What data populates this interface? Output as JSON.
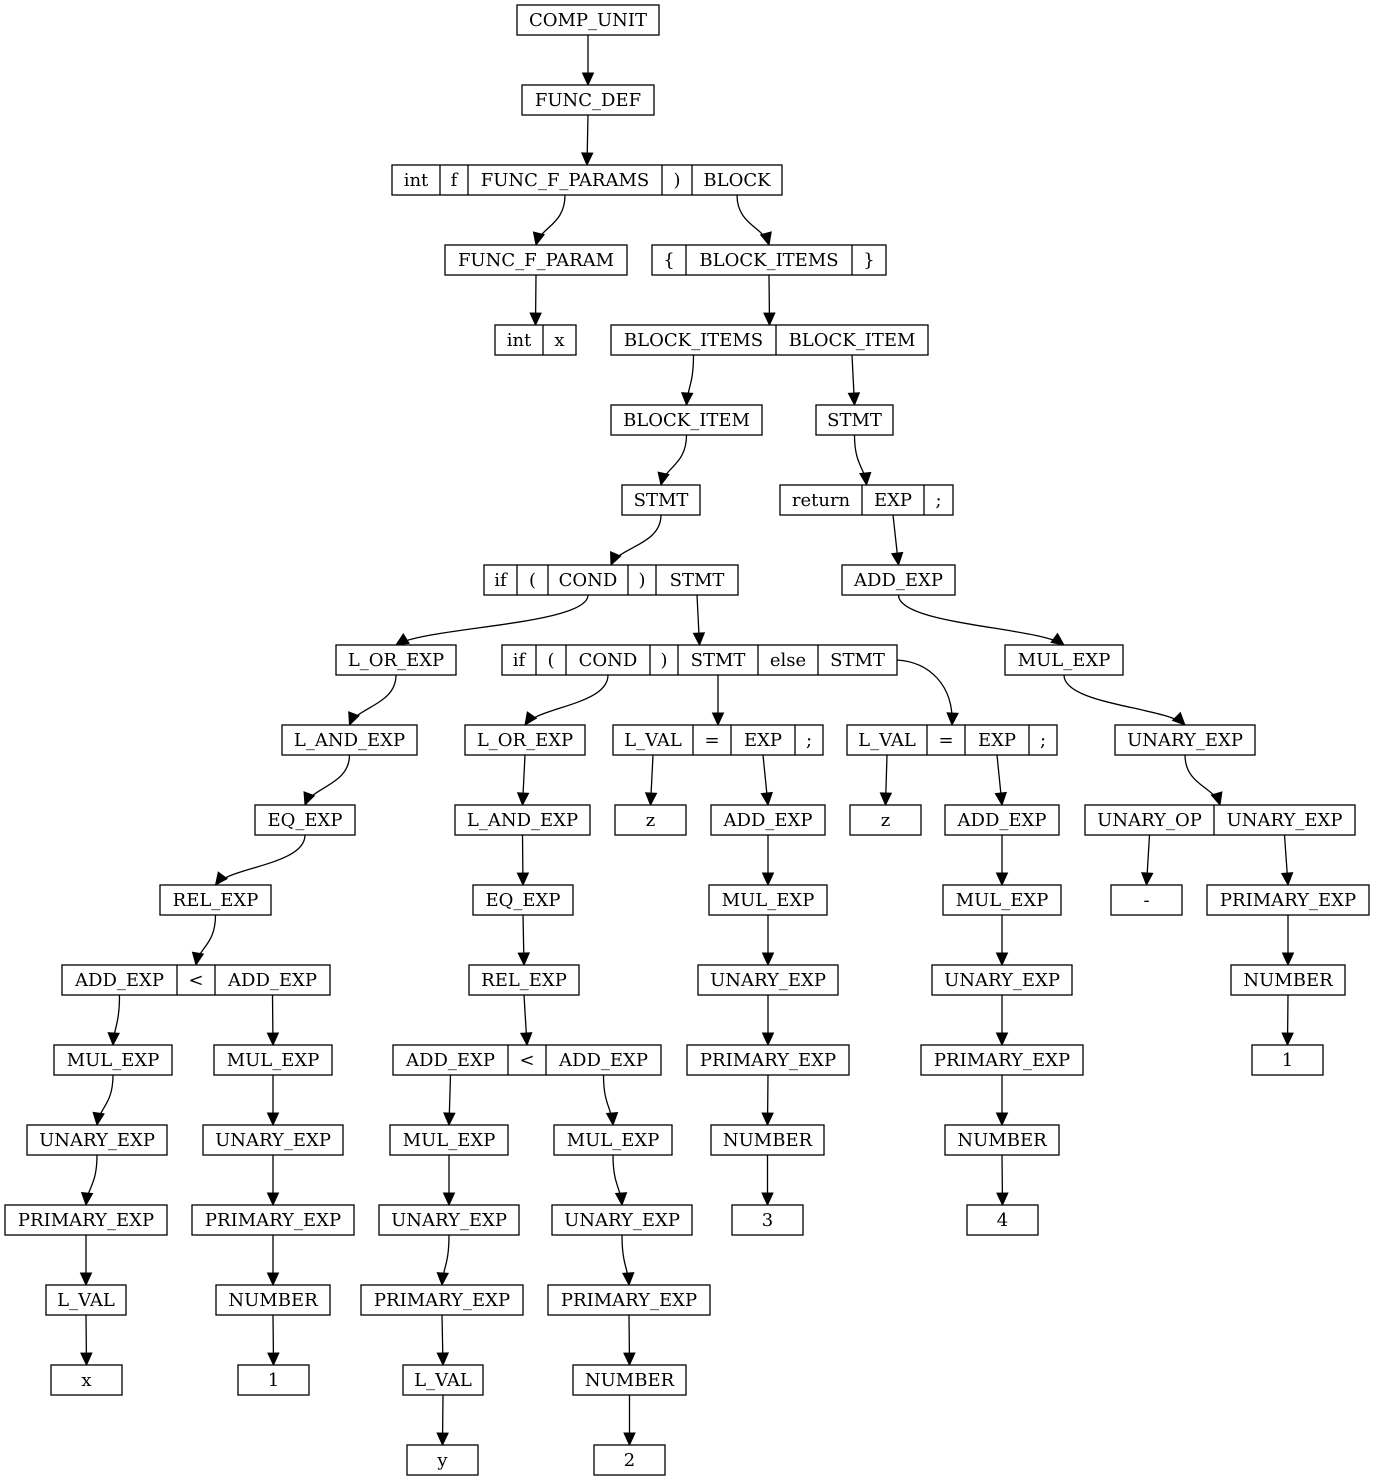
{
  "nodes": [
    {
      "id": "n1",
      "cells": [
        "COMP_UNIT"
      ]
    },
    {
      "id": "n2",
      "cells": [
        "FUNC_DEF"
      ]
    },
    {
      "id": "n3",
      "cells": [
        "int",
        "f",
        "FUNC_F_PARAMS",
        ")",
        "BLOCK"
      ]
    },
    {
      "id": "n4",
      "cells": [
        "FUNC_F_PARAM"
      ]
    },
    {
      "id": "n5",
      "cells": [
        "int",
        "x"
      ]
    },
    {
      "id": "n6",
      "cells": [
        "{",
        "BLOCK_ITEMS",
        "}"
      ]
    },
    {
      "id": "n7",
      "cells": [
        "BLOCK_ITEMS",
        "BLOCK_ITEM"
      ]
    },
    {
      "id": "n8",
      "cells": [
        "BLOCK_ITEM"
      ]
    },
    {
      "id": "n9",
      "cells": [
        "STMT"
      ]
    },
    {
      "id": "n10",
      "cells": [
        "if",
        "(",
        "COND",
        ")",
        "STMT"
      ]
    },
    {
      "id": "n11",
      "cells": [
        "L_OR_EXP"
      ]
    },
    {
      "id": "n12",
      "cells": [
        "L_AND_EXP"
      ]
    },
    {
      "id": "n13",
      "cells": [
        "EQ_EXP"
      ]
    },
    {
      "id": "n14",
      "cells": [
        "REL_EXP"
      ]
    },
    {
      "id": "n15",
      "cells": [
        "ADD_EXP",
        "<",
        "ADD_EXP"
      ]
    },
    {
      "id": "n16",
      "cells": [
        "MUL_EXP"
      ]
    },
    {
      "id": "n17",
      "cells": [
        "UNARY_EXP"
      ]
    },
    {
      "id": "n18",
      "cells": [
        "PRIMARY_EXP"
      ]
    },
    {
      "id": "n19",
      "cells": [
        "L_VAL"
      ]
    },
    {
      "id": "n20",
      "cells": [
        "x"
      ]
    },
    {
      "id": "n21",
      "cells": [
        "MUL_EXP"
      ]
    },
    {
      "id": "n22",
      "cells": [
        "UNARY_EXP"
      ]
    },
    {
      "id": "n23",
      "cells": [
        "PRIMARY_EXP"
      ]
    },
    {
      "id": "n24",
      "cells": [
        "NUMBER"
      ]
    },
    {
      "id": "n25",
      "cells": [
        "1"
      ]
    },
    {
      "id": "n26",
      "cells": [
        "if",
        "(",
        "COND",
        ")",
        "STMT",
        "else",
        "STMT"
      ]
    },
    {
      "id": "n27",
      "cells": [
        "L_OR_EXP"
      ]
    },
    {
      "id": "n28",
      "cells": [
        "L_AND_EXP"
      ]
    },
    {
      "id": "n29",
      "cells": [
        "EQ_EXP"
      ]
    },
    {
      "id": "n30",
      "cells": [
        "REL_EXP"
      ]
    },
    {
      "id": "n31",
      "cells": [
        "ADD_EXP",
        "<",
        "ADD_EXP"
      ]
    },
    {
      "id": "n32",
      "cells": [
        "MUL_EXP"
      ]
    },
    {
      "id": "n33",
      "cells": [
        "UNARY_EXP"
      ]
    },
    {
      "id": "n34",
      "cells": [
        "PRIMARY_EXP"
      ]
    },
    {
      "id": "n35",
      "cells": [
        "L_VAL"
      ]
    },
    {
      "id": "n36",
      "cells": [
        "y"
      ]
    },
    {
      "id": "n37",
      "cells": [
        "MUL_EXP"
      ]
    },
    {
      "id": "n38",
      "cells": [
        "UNARY_EXP"
      ]
    },
    {
      "id": "n39",
      "cells": [
        "PRIMARY_EXP"
      ]
    },
    {
      "id": "n40",
      "cells": [
        "NUMBER"
      ]
    },
    {
      "id": "n41",
      "cells": [
        "2"
      ]
    },
    {
      "id": "n42",
      "cells": [
        "L_VAL",
        "=",
        "EXP",
        ";"
      ]
    },
    {
      "id": "n43",
      "cells": [
        "z"
      ]
    },
    {
      "id": "n44",
      "cells": [
        "ADD_EXP"
      ]
    },
    {
      "id": "n45",
      "cells": [
        "MUL_EXP"
      ]
    },
    {
      "id": "n46",
      "cells": [
        "UNARY_EXP"
      ]
    },
    {
      "id": "n47",
      "cells": [
        "PRIMARY_EXP"
      ]
    },
    {
      "id": "n48",
      "cells": [
        "NUMBER"
      ]
    },
    {
      "id": "n49",
      "cells": [
        "3"
      ]
    },
    {
      "id": "n50",
      "cells": [
        "L_VAL",
        "=",
        "EXP",
        ";"
      ]
    },
    {
      "id": "n51",
      "cells": [
        "z"
      ]
    },
    {
      "id": "n52",
      "cells": [
        "ADD_EXP"
      ]
    },
    {
      "id": "n53",
      "cells": [
        "MUL_EXP"
      ]
    },
    {
      "id": "n54",
      "cells": [
        "UNARY_EXP"
      ]
    },
    {
      "id": "n55",
      "cells": [
        "PRIMARY_EXP"
      ]
    },
    {
      "id": "n56",
      "cells": [
        "NUMBER"
      ]
    },
    {
      "id": "n57",
      "cells": [
        "4"
      ]
    },
    {
      "id": "n58",
      "cells": [
        "STMT"
      ]
    },
    {
      "id": "n59",
      "cells": [
        "return",
        "EXP",
        ";"
      ]
    },
    {
      "id": "n60",
      "cells": [
        "ADD_EXP"
      ]
    },
    {
      "id": "n61",
      "cells": [
        "MUL_EXP"
      ]
    },
    {
      "id": "n62",
      "cells": [
        "UNARY_EXP"
      ]
    },
    {
      "id": "n63",
      "cells": [
        "UNARY_OP",
        "UNARY_EXP"
      ]
    },
    {
      "id": "n64",
      "cells": [
        "-"
      ]
    },
    {
      "id": "n65",
      "cells": [
        "PRIMARY_EXP"
      ]
    },
    {
      "id": "n66",
      "cells": [
        "NUMBER"
      ]
    },
    {
      "id": "n67",
      "cells": [
        "1"
      ]
    }
  ],
  "edges": [
    {
      "from": "n1",
      "cell": 0,
      "to": "n2"
    },
    {
      "from": "n2",
      "cell": 0,
      "to": "n3"
    },
    {
      "from": "n3",
      "cell": 2,
      "to": "n4"
    },
    {
      "from": "n3",
      "cell": 4,
      "to": "n6"
    },
    {
      "from": "n4",
      "cell": 0,
      "to": "n5"
    },
    {
      "from": "n6",
      "cell": 1,
      "to": "n7"
    },
    {
      "from": "n7",
      "cell": 0,
      "to": "n8"
    },
    {
      "from": "n7",
      "cell": 1,
      "to": "n58"
    },
    {
      "from": "n8",
      "cell": 0,
      "to": "n9"
    },
    {
      "from": "n9",
      "cell": 0,
      "to": "n10"
    },
    {
      "from": "n10",
      "cell": 2,
      "to": "n11"
    },
    {
      "from": "n10",
      "cell": 4,
      "to": "n26"
    },
    {
      "from": "n11",
      "cell": 0,
      "to": "n12"
    },
    {
      "from": "n12",
      "cell": 0,
      "to": "n13"
    },
    {
      "from": "n13",
      "cell": 0,
      "to": "n14"
    },
    {
      "from": "n14",
      "cell": 0,
      "to": "n15"
    },
    {
      "from": "n15",
      "cell": 0,
      "to": "n16"
    },
    {
      "from": "n15",
      "cell": 2,
      "to": "n21"
    },
    {
      "from": "n16",
      "cell": 0,
      "to": "n17"
    },
    {
      "from": "n17",
      "cell": 0,
      "to": "n18"
    },
    {
      "from": "n18",
      "cell": 0,
      "to": "n19"
    },
    {
      "from": "n19",
      "cell": 0,
      "to": "n20"
    },
    {
      "from": "n21",
      "cell": 0,
      "to": "n22"
    },
    {
      "from": "n22",
      "cell": 0,
      "to": "n23"
    },
    {
      "from": "n23",
      "cell": 0,
      "to": "n24"
    },
    {
      "from": "n24",
      "cell": 0,
      "to": "n25"
    },
    {
      "from": "n26",
      "cell": 2,
      "to": "n27"
    },
    {
      "from": "n26",
      "cell": 4,
      "to": "n42"
    },
    {
      "from": "n26",
      "cell": 6,
      "to": "n50"
    },
    {
      "from": "n27",
      "cell": 0,
      "to": "n28"
    },
    {
      "from": "n28",
      "cell": 0,
      "to": "n29"
    },
    {
      "from": "n29",
      "cell": 0,
      "to": "n30"
    },
    {
      "from": "n30",
      "cell": 0,
      "to": "n31"
    },
    {
      "from": "n31",
      "cell": 0,
      "to": "n32"
    },
    {
      "from": "n31",
      "cell": 2,
      "to": "n37"
    },
    {
      "from": "n32",
      "cell": 0,
      "to": "n33"
    },
    {
      "from": "n33",
      "cell": 0,
      "to": "n34"
    },
    {
      "from": "n34",
      "cell": 0,
      "to": "n35"
    },
    {
      "from": "n35",
      "cell": 0,
      "to": "n36"
    },
    {
      "from": "n37",
      "cell": 0,
      "to": "n38"
    },
    {
      "from": "n38",
      "cell": 0,
      "to": "n39"
    },
    {
      "from": "n39",
      "cell": 0,
      "to": "n40"
    },
    {
      "from": "n40",
      "cell": 0,
      "to": "n41"
    },
    {
      "from": "n42",
      "cell": 0,
      "to": "n43"
    },
    {
      "from": "n42",
      "cell": 2,
      "to": "n44"
    },
    {
      "from": "n44",
      "cell": 0,
      "to": "n45"
    },
    {
      "from": "n45",
      "cell": 0,
      "to": "n46"
    },
    {
      "from": "n46",
      "cell": 0,
      "to": "n47"
    },
    {
      "from": "n47",
      "cell": 0,
      "to": "n48"
    },
    {
      "from": "n48",
      "cell": 0,
      "to": "n49"
    },
    {
      "from": "n50",
      "cell": 0,
      "to": "n51"
    },
    {
      "from": "n50",
      "cell": 2,
      "to": "n52"
    },
    {
      "from": "n52",
      "cell": 0,
      "to": "n53"
    },
    {
      "from": "n53",
      "cell": 0,
      "to": "n54"
    },
    {
      "from": "n54",
      "cell": 0,
      "to": "n55"
    },
    {
      "from": "n55",
      "cell": 0,
      "to": "n56"
    },
    {
      "from": "n56",
      "cell": 0,
      "to": "n57"
    },
    {
      "from": "n58",
      "cell": 0,
      "to": "n59"
    },
    {
      "from": "n59",
      "cell": 1,
      "to": "n60"
    },
    {
      "from": "n60",
      "cell": 0,
      "to": "n61"
    },
    {
      "from": "n61",
      "cell": 0,
      "to": "n62"
    },
    {
      "from": "n62",
      "cell": 0,
      "to": "n63"
    },
    {
      "from": "n63",
      "cell": 0,
      "to": "n64"
    },
    {
      "from": "n63",
      "cell": 1,
      "to": "n65"
    },
    {
      "from": "n65",
      "cell": 0,
      "to": "n66"
    },
    {
      "from": "n66",
      "cell": 0,
      "to": "n67"
    }
  ]
}
